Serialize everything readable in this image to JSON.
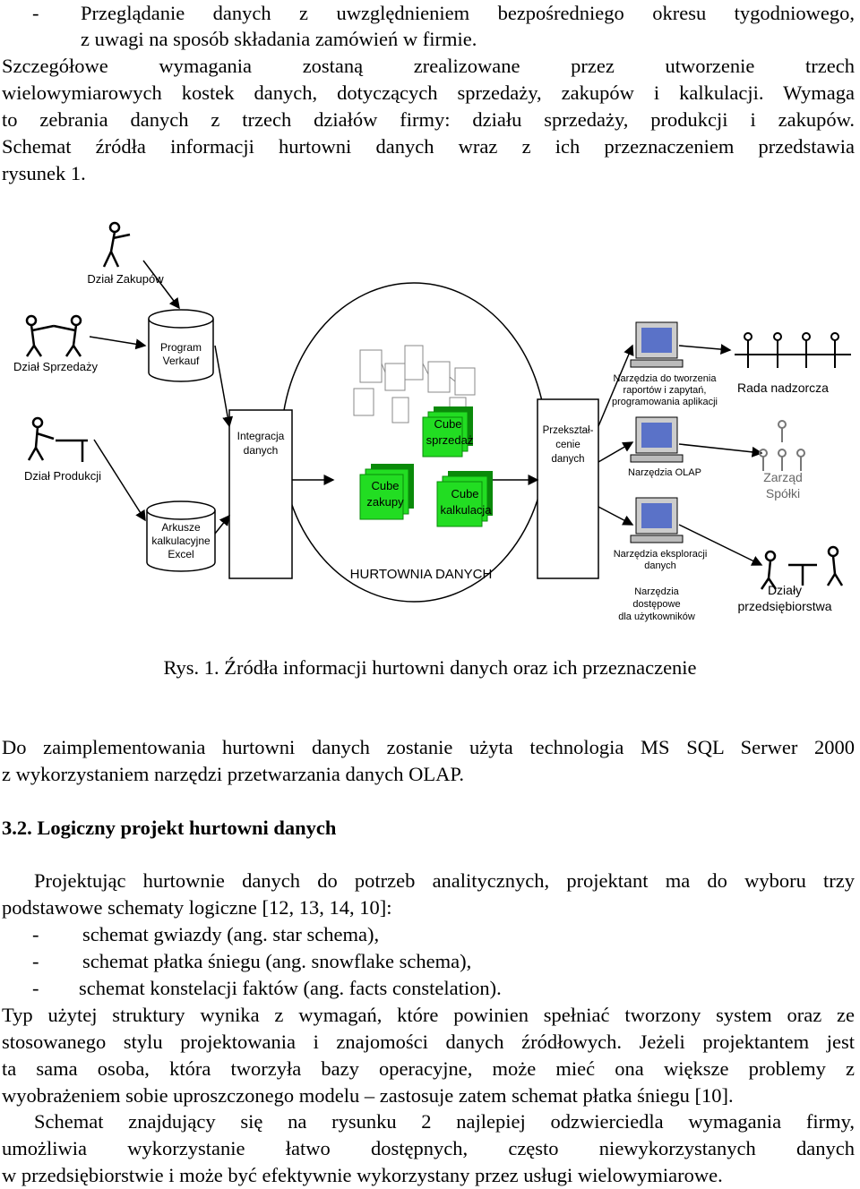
{
  "intro": {
    "bullet_dash": "-",
    "bullet_line1": "Przeglądanie danych z uwzględnieniem bezpośredniego okresu tygodniowego,",
    "bullet_line2": "z uwagi na sposób składania zamówień w firmie.",
    "para_lines": [
      "Szczegółowe wymagania zostaną zrealizowane przez utworzenie trzech",
      "wielowymiarowych kostek danych, dotyczących sprzedaży, zakupów i kalkulacji. Wymaga",
      "to zebrania danych z trzech działów firmy: działu sprzedaży, produkcji i zakupów.",
      "Schemat źródła informacji hurtowni danych wraz z ich przeznaczeniem przedstawia",
      "rysunek 1."
    ]
  },
  "figure": {
    "dzial_zakupow": "Dział Zakupów",
    "dzial_sprzedazy": "Dział Sprzedaży",
    "dzial_produkcji": "Dział Produkcji",
    "program_verkauf_1": "Program",
    "program_verkauf_2": "Verkauf",
    "arkusze_1": "Arkusze",
    "arkusze_2": "kalkulacyjne",
    "arkusze_3": "Excel",
    "integracja_1": "Integracja",
    "integracja_2": "danych",
    "przeksztalcenie_1": "Przekształ-",
    "przeksztalcenie_2": "cenie",
    "przeksztalcenie_3": "danych",
    "cube_sprzedaz_1": "Cube",
    "cube_sprzedaz_2": "sprzedaż",
    "cube_zakupy_1": "Cube",
    "cube_zakupy_2": "zakupy",
    "cube_kalkulacja_1": "Cube",
    "cube_kalkulacja_2": "kalkulacja",
    "hurtownia": "HURTOWNIA DANYCH",
    "narz_tworzenia_1": "Narzędzia do tworzenia",
    "narz_tworzenia_2": "raportów i zapytań,",
    "narz_tworzenia_3": "programowania aplikacji",
    "narz_olap": "Narzędzia OLAP",
    "narz_eksploracji_1": "Narzędzia eksploracji",
    "narz_eksploracji_2": "danych",
    "narz_dostepowe_1": "Narzędzia",
    "narz_dostepowe_2": "dostępowe",
    "narz_dostepowe_3": "dla użytkowników",
    "rada_nadzorcza": "Rada nadzorcza",
    "zarzad_1": "Zarząd",
    "zarzad_2": "Spółki",
    "dzialy_1": "Działy",
    "dzialy_2": "przedsiębiorstwa",
    "colors": {
      "cube_green": "#22dd22",
      "cube_dark": "#0a8a0a",
      "screen_blue": "#5a72c8",
      "cylinder_fill": "#ffffff"
    }
  },
  "caption": "Rys. 1. Źródła informacji hurtowni danych oraz ich przeznaczenie",
  "para2": [
    "Do zaimplementowania hurtowni danych zostanie użyta technologia MS SQL Serwer 2000",
    "z wykorzystaniem narzędzi przetwarzania danych OLAP."
  ],
  "section_heading": "3.2. Logiczny projekt hurtowni danych",
  "para3": [
    "Projektując hurtownie danych do potrzeb analitycznych, projektant ma do wyboru trzy",
    "podstawowe schematy logiczne [12, 13, 14, 10]:"
  ],
  "list": [
    {
      "dash": "-",
      "text": "schemat gwiazdy (ang. star schema),"
    },
    {
      "dash": "-",
      "text": "schemat płatka śniegu (ang. snowflake schema),"
    },
    {
      "dash": "-",
      "text": "schemat konstelacji faktów (ang. facts constelation)."
    }
  ],
  "para4": [
    "Typ użytej struktury wynika z wymagań, które powinien spełniać tworzony system oraz ze",
    "stosowanego stylu projektowania i znajomości danych źródłowych. Jeżeli projektantem jest",
    "ta sama osoba, która tworzyła bazy operacyjne, może mieć ona większe problemy z",
    "wyobrażeniem sobie uproszczonego modelu – zastosuje zatem schemat płatka śniegu [10].",
    "Schemat znajdujący się na rysunku 2 najlepiej odzwierciedla wymagania firmy,",
    "umożliwia wykorzystanie łatwo dostępnych, często niewykorzystanych danych",
    "w przedsiębiorstwie i może być efektywnie wykorzystany przez usługi wielowymiarowe."
  ]
}
